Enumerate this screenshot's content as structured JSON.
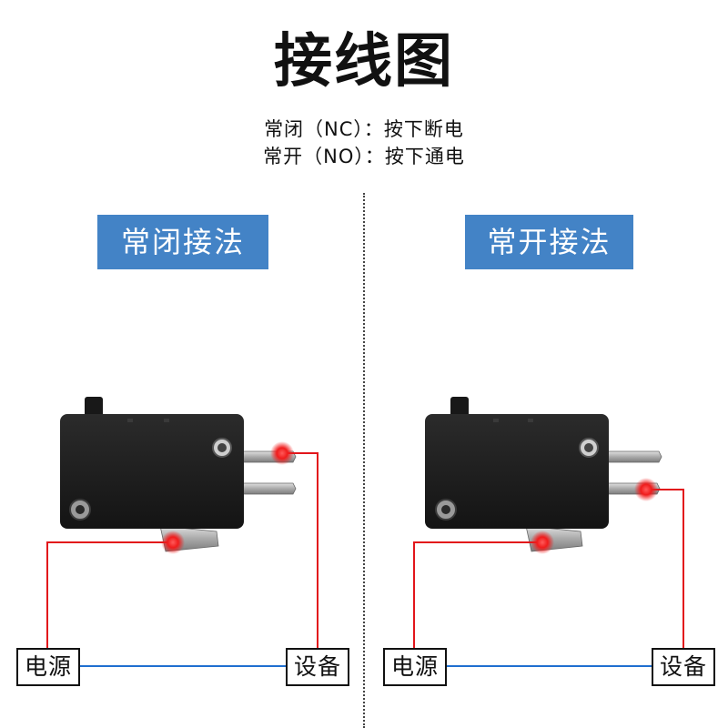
{
  "header": {
    "title": "接线图",
    "lines": [
      "常闭（NC）：按下断电",
      "常开（NO）：按下通电"
    ]
  },
  "panels": [
    {
      "id": "nc",
      "label": "常闭接法",
      "power_label": "电源",
      "device_label": "设备"
    },
    {
      "id": "no",
      "label": "常开接法",
      "power_label": "电源",
      "device_label": "设备"
    }
  ],
  "colors": {
    "tag_background": "#4383c6",
    "wire_live": "#e2161b",
    "wire_neutral": "#1f6fd0",
    "switch_body": "#1d1d1d",
    "terminal_metal": "#b9b9b9"
  }
}
